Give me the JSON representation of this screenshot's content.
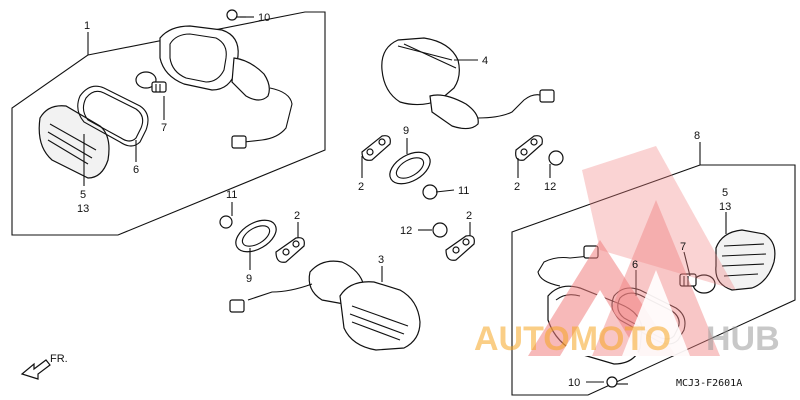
{
  "diagram": {
    "code": "MCJ3-F2601A",
    "direction": "FR.",
    "callouts": {
      "c1": "1",
      "c2a": "2",
      "c2b": "2",
      "c2c": "2",
      "c2d": "2",
      "c3": "3",
      "c4": "4",
      "c5a": "5",
      "c5b": "5",
      "c6a": "6",
      "c6b": "6",
      "c7a": "7",
      "c7b": "7",
      "c8": "8",
      "c9a": "9",
      "c9b": "9",
      "c10a": "10",
      "c10b": "10",
      "c11a": "11",
      "c11b": "11",
      "c12a": "12",
      "c12b": "12",
      "c13a": "13",
      "c13b": "13"
    }
  },
  "watermark": {
    "brand_part1": "AUTOMOTO",
    "brand_part2": "HUB",
    "colors": {
      "primary": "#f08080",
      "accent": "#f5a623",
      "gray": "#9a9a9a"
    }
  }
}
